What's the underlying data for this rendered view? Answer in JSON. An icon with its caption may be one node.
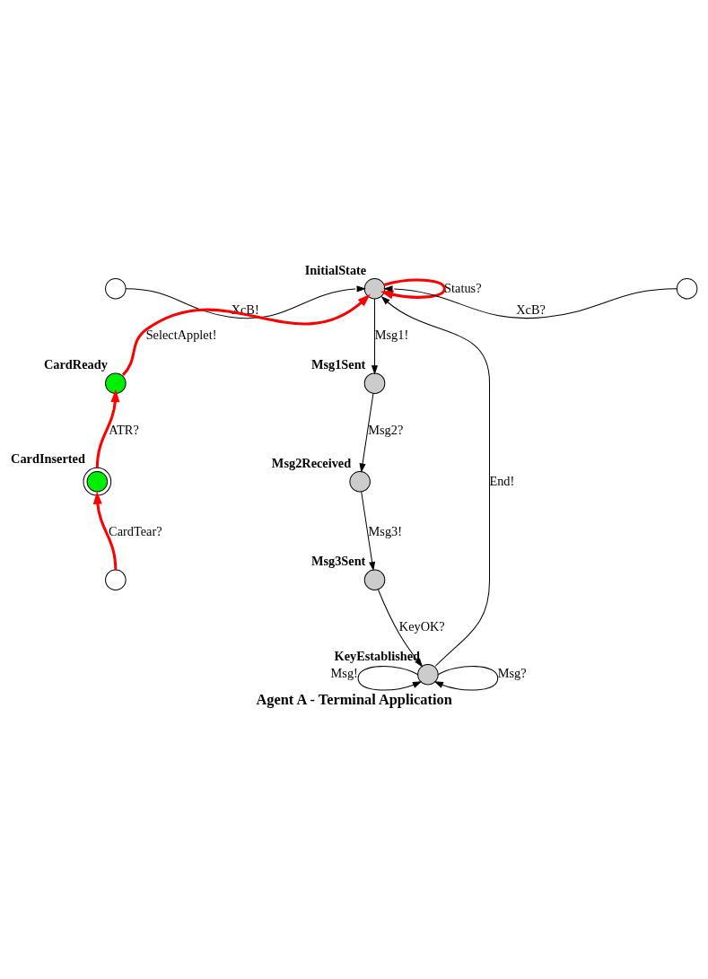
{
  "diagram": {
    "caption": "Agent A - Terminal Application",
    "nodes": [
      {
        "text": [],
        "shape": "circle",
        "beside": [
          "InitialState"
        ]
      },
      {
        "text": [],
        "shape": "circle"
      },
      {
        "text": [],
        "shape": "circle"
      },
      {
        "text": [],
        "shape": "circle",
        "beside": [
          "CardReady"
        ]
      },
      {
        "text": [],
        "shape": "circle",
        "beside": [
          "Msg1Sent"
        ]
      },
      {
        "text": [],
        "shape": "circle",
        "beside": [
          "CardInserted"
        ]
      },
      {
        "text": [],
        "shape": "circle",
        "beside": [
          "Msg2Received"
        ]
      },
      {
        "text": [],
        "shape": "circle"
      },
      {
        "text": [],
        "shape": "circle",
        "beside": [
          "Msg3Sent"
        ]
      },
      {
        "text": [],
        "shape": "circle",
        "beside": [
          "KeyEstablished"
        ]
      }
    ],
    "edges": [
      {
        "from": 0,
        "to": 0,
        "arrow": "to",
        "label": "Status?",
        "style": "thick",
        "color": "#ff0000"
      },
      {
        "from": 1,
        "to": 0,
        "arrow": "to",
        "label": "XcB!"
      },
      {
        "from": 2,
        "to": 0,
        "arrow": "to",
        "label": "XcB?"
      },
      {
        "from": 3,
        "to": 0,
        "arrow": "to",
        "label": "SelectApplet!",
        "style": "thick",
        "color": "#ff0000"
      },
      {
        "from": 0,
        "to": 4,
        "arrow": "to",
        "label": "Msg1!"
      },
      {
        "from": 4,
        "to": 6,
        "arrow": "to",
        "label": "Msg2?"
      },
      {
        "from": 6,
        "to": 8,
        "arrow": "to",
        "label": "Msg3!"
      },
      {
        "from": 8,
        "to": 9,
        "arrow": "to",
        "label": "KeyOK?"
      },
      {
        "from": 9,
        "to": 0,
        "arrow": "to",
        "label": "End!"
      },
      {
        "from": 9,
        "to": 9,
        "arrow": "to",
        "label": "Msg!"
      },
      {
        "from": 9,
        "to": 9,
        "arrow": "to",
        "label": "Msg?"
      },
      {
        "from": 5,
        "to": 3,
        "arrow": "to",
        "label": "ATR?",
        "style": "thick",
        "color": "#ff0000"
      },
      {
        "from": 7,
        "to": 5,
        "arrow": "to",
        "label": "CardTear?",
        "style": "thick",
        "color": "#ff0000"
      }
    ]
  }
}
